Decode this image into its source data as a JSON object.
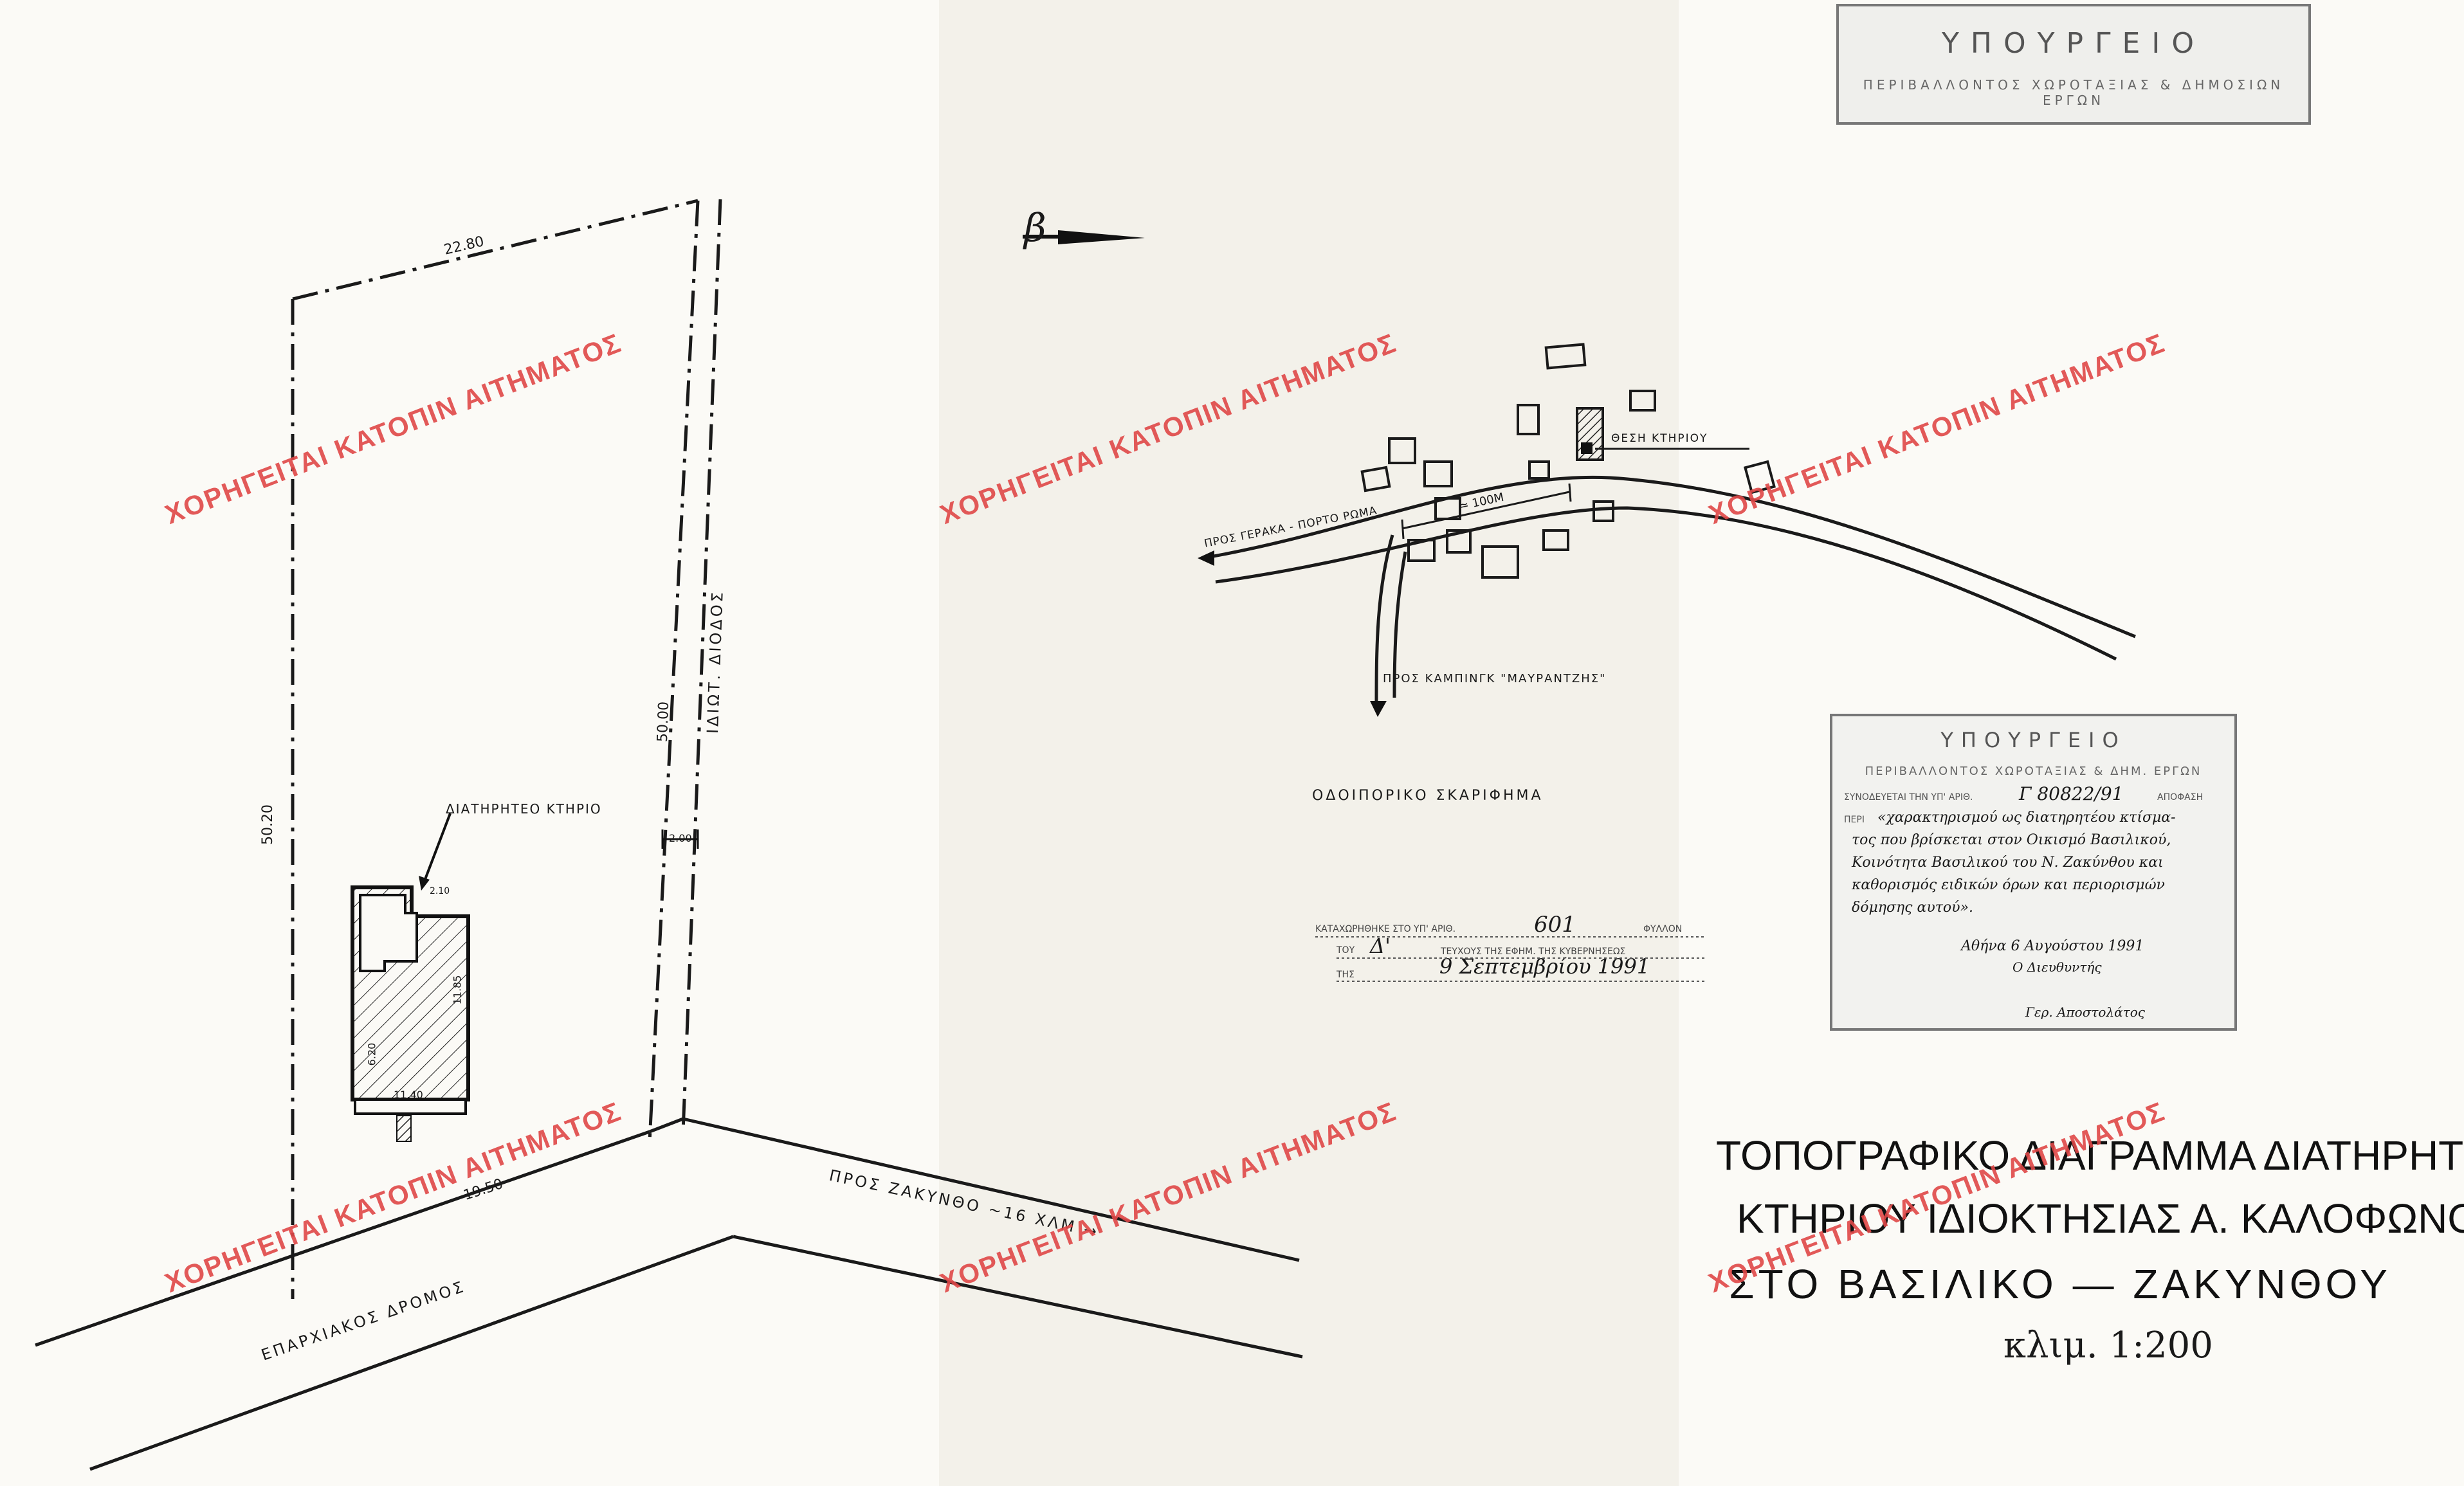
{
  "stamp_top": {
    "line1": "ΥΠΟΥΡΓΕΙΟ",
    "line2": "ΠΕΡΙΒΑΛΛΟΝΤΟΣ ΧΩΡΟΤΑΞΙΑΣ & ΔΗΜΟΣΙΩΝ ΕΡΓΩΝ"
  },
  "stamp_mid": {
    "line1": "ΥΠΟΥΡΓΕΙΟ",
    "line2": "ΠΕΡΙΒΑΛΛΟΝΤΟΣ ΧΩΡΟΤΑΞΙΑΣ & ΔΗΜ. ΕΡΓΩΝ",
    "ref_label": "ΣΥΝΟΔΕΥΕΤΑΙ ΤΗΝ ΥΠ' ΑΡΙΘ.",
    "ref_value": "Γ 80822/91",
    "ref_suffix": "ΑΠΟΦΑΣΗ",
    "peri_label": "ΠΕΡΙ",
    "body_1": "«χαρακτηρισμού ως διατηρητέου κτίσμα-",
    "body_2": "τος που βρίσκεται στον Οικισμό Βασιλικού,",
    "body_3": "Κοινότητα Βασιλικού του Ν. Ζακύνθου και",
    "body_4": "καθορισμός ειδικών όρων και περιορισμών",
    "body_5": "δόμησης αυτού».",
    "date_line": "Αθήνα  6 Αυγούστου 1991",
    "director": "Ο Διευθυντής",
    "signature": "Γερ. Αποστολάτος"
  },
  "gazette": {
    "line1_label": "ΚΑΤΑΧΩΡΗΘΗΚΕ ΣΤΟ ΥΠ' ΑΡΙΘ.",
    "line1_value": "601",
    "line1_suffix": "ΦΥΛΛΟΝ",
    "line2_label": "ΤΟΥ",
    "line2_value": "Δ'",
    "line2_suffix": "ΤΕΥΧΟΥΣ ΤΗΣ ΕΦΗΜ. ΤΗΣ ΚΥΒΕΡΝΗΣΕΩΣ",
    "line3_label": "ΤΗΣ",
    "line3_value": "9  Σεπτεμβρίου 1991"
  },
  "sketch": {
    "title": "ΟΔΟΙΠΟΡΙΚΟ ΣΚΑΡΙΦΗΜΑ",
    "label_position": "ΘΕΣΗ ΚΤΗΡΙΟΥ",
    "label_road_west": "ΠΡΟΣ ΓΕΡΑΚΑ - ΠΟΡΤΟ ΡΩΜΑ",
    "label_distance": "≃ 100Μ",
    "label_road_south": "ΠΡΟΣ ΚΑΜΠΙΝΓΚ \"ΜΑΥΡΑΝΤΖΗΣ\""
  },
  "plot": {
    "top_dim": "22.80",
    "left_dim": "50.20",
    "right_dim": "50.00",
    "bottom_dim": "19.50",
    "path_label": "ΙΔΙΩΤ. ΔΙΟΔΟΣ",
    "path_width": "2.00",
    "building_label": "ΔΙΑΤΗΡΗΤΕΟ ΚΤΗΡΙΟ",
    "bld_dim_1": "11.85",
    "bld_dim_2": "6.20",
    "bld_dim_3": "11.40",
    "bld_dim_4": "2.10",
    "road_label": "ΕΠΑΡΧΙΑΚΟΣ ΔΡΟΜΟΣ",
    "road_to": "ΠΡΟΣ ΖΑΚΥΝΘΟ ~16 ΧΛΜ →"
  },
  "main_title": {
    "line1": "ΤΟΠΟΓΡΑΦΙΚΟ ΔΙΑΓΡΑΜΜΑ ΔΙΑΤΗΡΗΤΕΟΥ",
    "line2": "ΚΤΗΡΙΟΥ ΙΔΙΟΚΤΗΣΙΑΣ  Α. ΚΑΛΟΦΩΝΟΥ",
    "line3": "ΣΤΟ ΒΑΣΙΛΙΚΟ — ΖΑΚΥΝΘΟΥ",
    "scale": "κλιμ. 1:200"
  },
  "watermark": "ΧΟΡΗΓΕΙΤΑΙ ΚΑΤΟΠΙΝ ΑΙΤΗΜΑΤΟΣ",
  "north_symbol": "β",
  "colors": {
    "ink": "#1a1a1a",
    "watermark": "#e04848",
    "stamp": "#777777",
    "paper": "#fbfaf6"
  }
}
